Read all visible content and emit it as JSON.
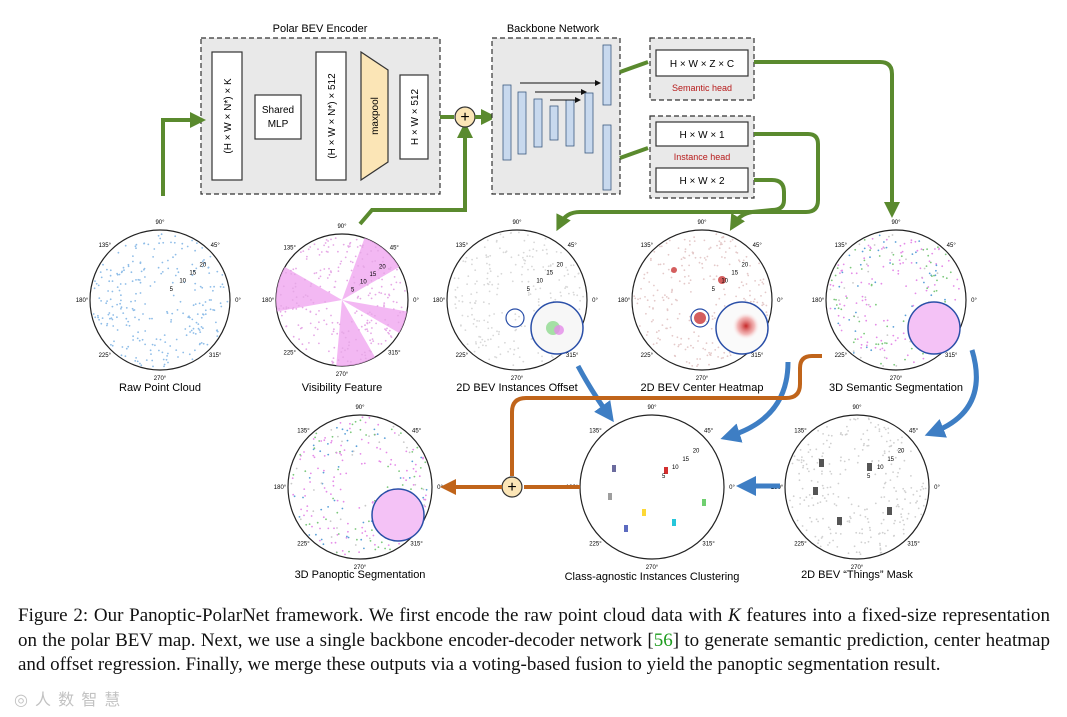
{
  "encoder": {
    "title": "Polar BEV Encoder",
    "box1": "(H × W × N*) × K",
    "mlp_line1": "Shared",
    "mlp_line2": "MLP",
    "box2": "(H × W × N*) × 512",
    "maxpool": "maxpool",
    "box3": "H × W × 512"
  },
  "backbone": {
    "title": "Backbone Network"
  },
  "heads": {
    "semantic_dims": "H × W × Z × C",
    "semantic_label": "Semantic head",
    "instance_dims1": "H × W × 1",
    "instance_label": "Instance head",
    "instance_dims2": "H × W × 2"
  },
  "plots": {
    "raw": "Raw Point Cloud",
    "visibility": "Visibility Feature",
    "offset": "2D BEV Instances Offset",
    "heatmap": "2D BEV Center Heatmap",
    "semantic": "3D Semantic Segmentation",
    "panoptic": "3D Panoptic Segmentation",
    "clustering": "Class-agnostic Instances Clustering",
    "things": "2D BEV “Things” Mask"
  },
  "angles": {
    "a90": "90°",
    "a45": "45°",
    "a135": "135°",
    "a180": "180°",
    "a0": "0°",
    "a225": "225°",
    "a315": "315°",
    "a270": "270°"
  },
  "rings": {
    "r5": "5",
    "r10": "10",
    "r15": "15",
    "r20": "20"
  },
  "caption": {
    "part1": "Figure 2: Our Panoptic-PolarNet framework. We first encode the raw point cloud data with ",
    "k": "K",
    "part2": " features into a fixed-size representation on the polar BEV map. Next, we use a single backbone encoder-decoder network [",
    "ref": "56",
    "part3": "] to generate semantic prediction, center heatmap and offset regression. Finally, we merge these outputs via a voting-based fusion to yield the panoptic segmentation result."
  },
  "watermark": "人 数 智 慧",
  "colors": {
    "green": "#5a8a2e",
    "blue": "#3e7ec4",
    "orange": "#c0641a",
    "red": "#b71c1c"
  }
}
